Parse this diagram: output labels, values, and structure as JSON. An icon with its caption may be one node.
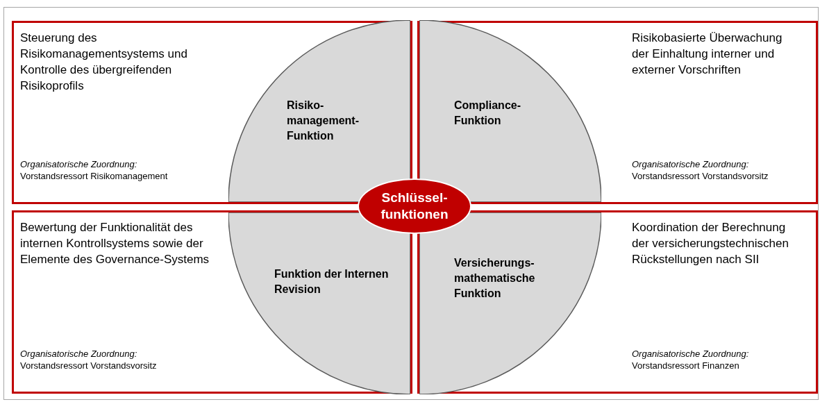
{
  "diagram": {
    "nodes": [
      {
        "text": [
          "Steuerung des Risikomanagementsystems und Kontrolle des übergreifenden Risikoprofils",
          "Organisatorische Zuordnung:",
          "Vorstandsressort Risikomanagement"
        ]
      },
      {
        "text": [
          "Risiko-management-Funktion"
        ],
        "in": 0
      },
      {
        "text": [
          "Risikobasierte Überwachung der Einhaltung interner und externer Vorschriften",
          "Organisatorische Zuordnung:",
          "Vorstandsressort Vorstandsvorsitz"
        ]
      },
      {
        "text": [
          "Compliance-Funktion"
        ],
        "in": 2
      },
      {
        "text": [
          "Bewertung der Funktionalität des internen Kontrollsystems sowie der Elemente des Governance-Systems",
          "Organisatorische Zuordnung:",
          "Vorstandsressort Vorstandsvorsitz"
        ]
      },
      {
        "text": [
          "Funktion der Internen Revision"
        ],
        "in": 4
      },
      {
        "text": [
          "Koordination der Berechnung der versicherungstechnischen Rückstellungen nach SII",
          "Organisatorische Zuordnung:",
          "Vorstandsressort Finanzen"
        ]
      },
      {
        "text": [
          "Versicherungs-mathematische Funktion"
        ],
        "in": 6
      },
      {
        "text": [
          "Schlüssel-funktionen"
        ]
      }
    ]
  }
}
